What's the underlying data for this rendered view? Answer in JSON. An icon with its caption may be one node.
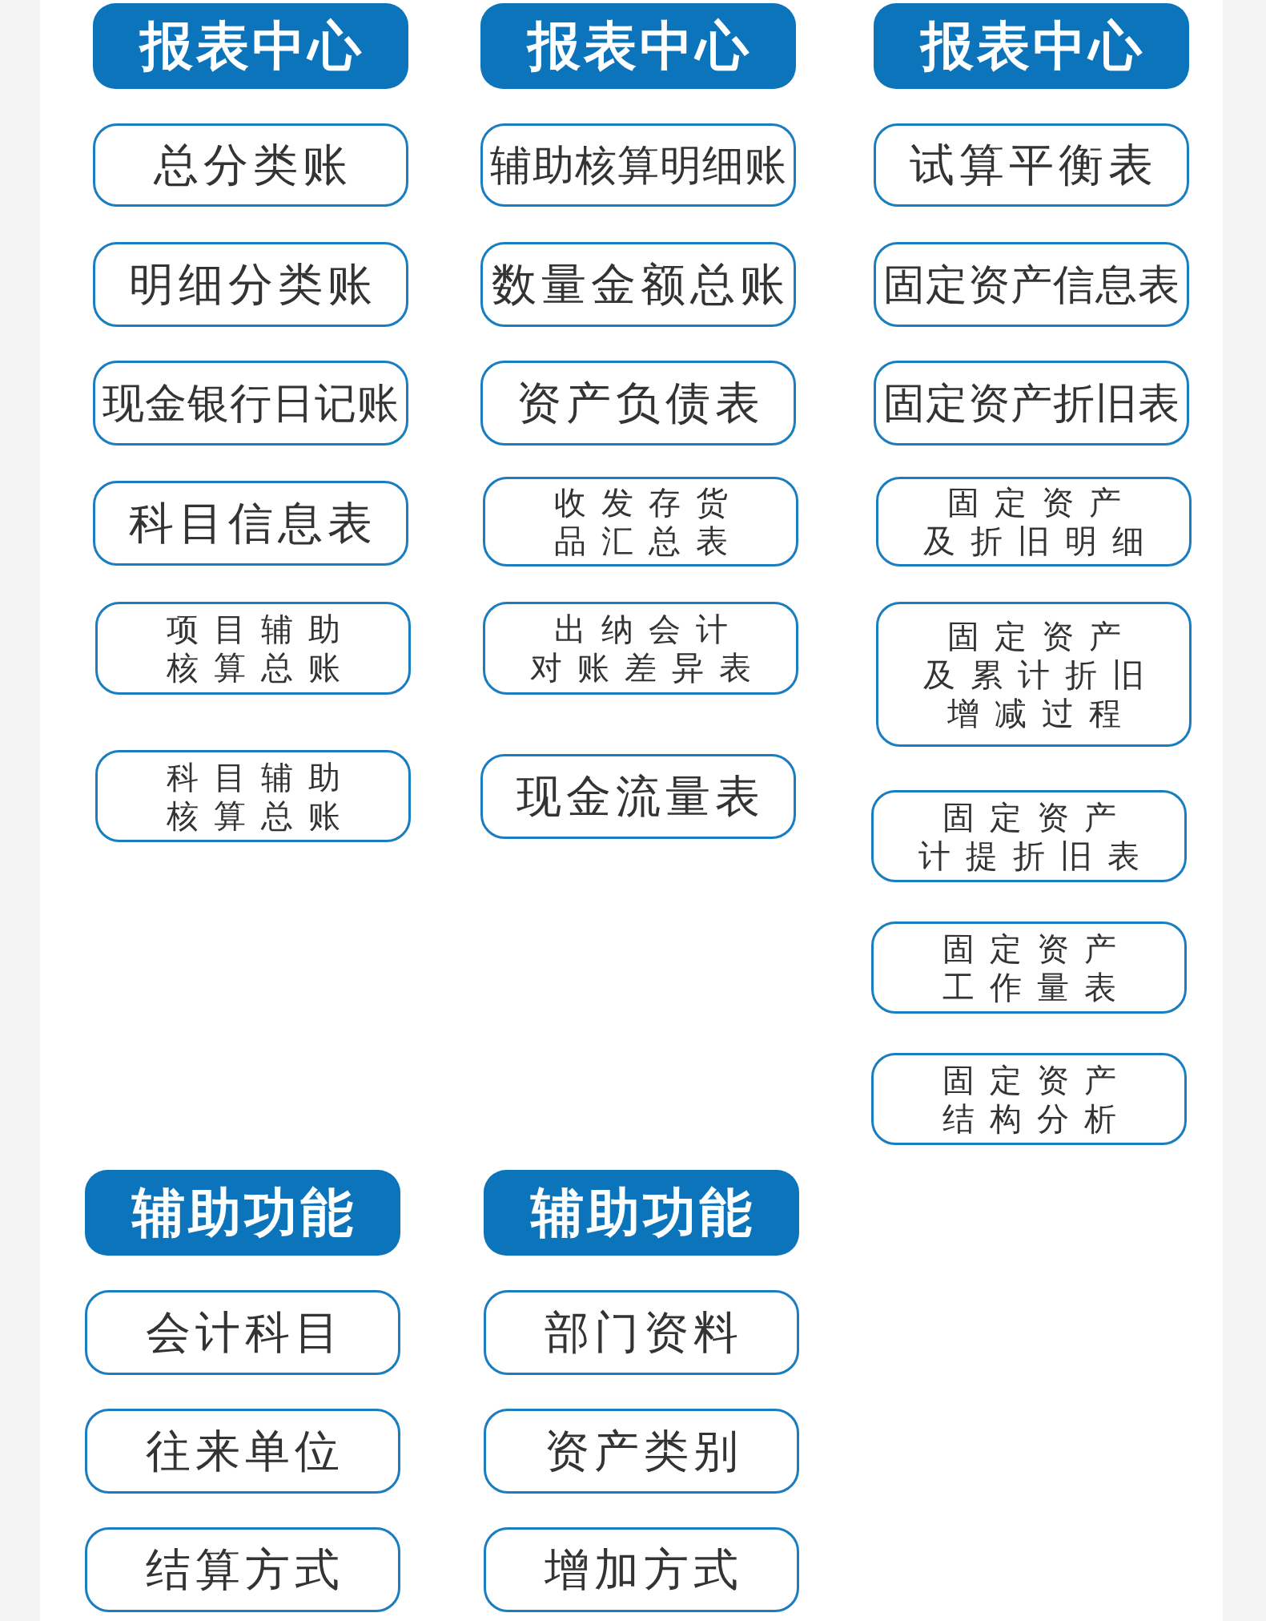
{
  "diagram": {
    "nodes": [
      {
        "text": [
          "报表中心"
        ]
      },
      {
        "text": [
          "总分类账"
        ]
      },
      {
        "text": [
          "明细分类账"
        ]
      },
      {
        "text": [
          "现金银行日记账"
        ]
      },
      {
        "text": [
          "科目信息表"
        ]
      },
      {
        "text": [
          "项目辅助核算总账"
        ]
      },
      {
        "text": [
          "科目辅助核算总账"
        ]
      },
      {
        "text": [
          "报表中心"
        ]
      },
      {
        "text": [
          "辅助核算明细账"
        ]
      },
      {
        "text": [
          "数量金额总账"
        ]
      },
      {
        "text": [
          "资产负债表"
        ]
      },
      {
        "text": [
          "收发存货品汇总表"
        ]
      },
      {
        "text": [
          "出纳会计对账差异表"
        ]
      },
      {
        "text": [
          "现金流量表"
        ]
      },
      {
        "text": [
          "报表中心"
        ]
      },
      {
        "text": [
          "试算平衡表"
        ]
      },
      {
        "text": [
          "固定资产信息表"
        ]
      },
      {
        "text": [
          "固定资产折旧表"
        ]
      },
      {
        "text": [
          "固定资产及折旧明细"
        ]
      },
      {
        "text": [
          "固定资产及累计折旧增减过程"
        ]
      },
      {
        "text": [
          "固定资产计提折旧表"
        ]
      },
      {
        "text": [
          "固定资产工作量表"
        ]
      },
      {
        "text": [
          "固定资产结构分析"
        ]
      },
      {
        "text": [
          "辅助功能"
        ]
      },
      {
        "text": [
          "会计科目"
        ]
      },
      {
        "text": [
          "往来单位"
        ]
      },
      {
        "text": [
          "结算方式"
        ]
      },
      {
        "text": [
          "辅助功能"
        ]
      },
      {
        "text": [
          "部门资料"
        ]
      },
      {
        "text": [
          "资产类别"
        ]
      },
      {
        "text": [
          "增加方式"
        ]
      }
    ]
  }
}
